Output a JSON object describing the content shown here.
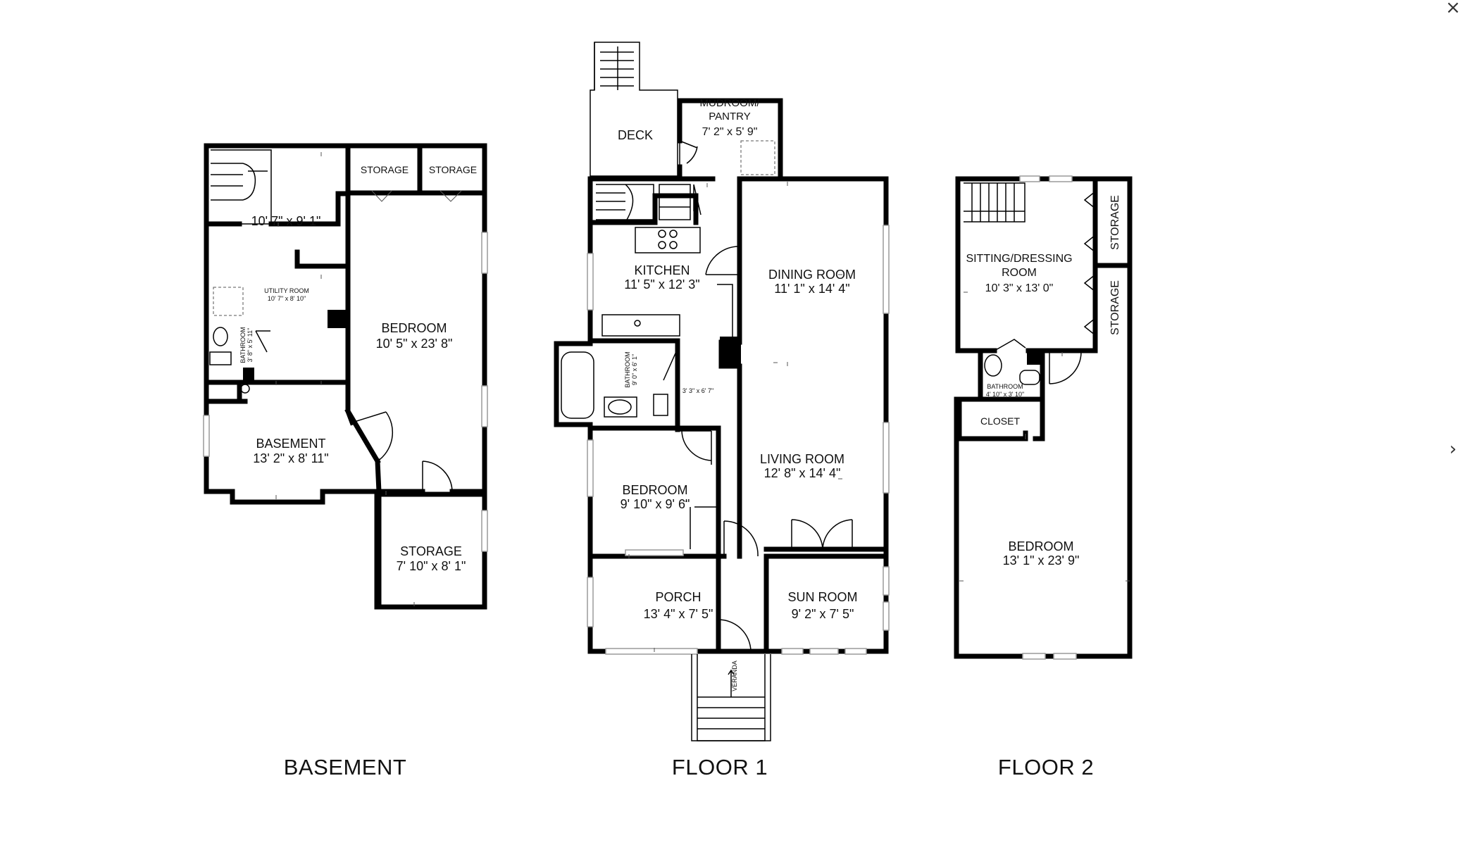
{
  "controls": {
    "close_glyph": "×",
    "next_glyph": "›"
  },
  "floors": {
    "basement": {
      "title": "BASEMENT",
      "rooms": {
        "stair_hall": {
          "name": "",
          "dims": "10' 7\" x 9' 1\""
        },
        "storage_a": {
          "name": "STORAGE",
          "dims": ""
        },
        "storage_b": {
          "name": "STORAGE",
          "dims": ""
        },
        "utility": {
          "name": "UTILITY ROOM",
          "dims": "10' 7\" x 8' 10\""
        },
        "bathroom": {
          "name": "BATHROOM",
          "dims": "3' 8\" x 5' 11\""
        },
        "bedroom": {
          "name": "BEDROOM",
          "dims": "10' 5\" x 23' 8\""
        },
        "basement_room": {
          "name": "BASEMENT",
          "dims": "13' 2\" x 8' 11\""
        },
        "storage_c": {
          "name": "STORAGE",
          "dims": "7' 10\" x 8' 1\""
        }
      }
    },
    "floor1": {
      "title": "FLOOR 1",
      "rooms": {
        "deck": {
          "name": "DECK",
          "dims": ""
        },
        "mudroom_line1": {
          "name": "MUDROOM/",
          "dims": ""
        },
        "mudroom_line2": {
          "name": "PANTRY",
          "dims": "7' 2\" x 5' 9\""
        },
        "kitchen": {
          "name": "KITCHEN",
          "dims": "11' 5\" x 12' 3\""
        },
        "dining": {
          "name": "DINING ROOM",
          "dims": "11' 1\" x 14' 4\""
        },
        "bathroom": {
          "name": "BATHROOM",
          "dims": "9' 0\" x 6' 1\""
        },
        "closet": {
          "name": "",
          "dims": "3' 3\" x 6' 7\""
        },
        "living": {
          "name": "LIVING ROOM",
          "dims": "12' 8\" x 14' 4\""
        },
        "bedroom": {
          "name": "BEDROOM",
          "dims": "9' 10\" x 9' 6\""
        },
        "porch": {
          "name": "PORCH",
          "dims": "13' 4\" x 7' 5\""
        },
        "sunroom": {
          "name": "SUN ROOM",
          "dims": "9' 2\" x 7' 5\""
        },
        "veranda": {
          "name": "VERANDA",
          "dims": ""
        }
      }
    },
    "floor2": {
      "title": "FLOOR 2",
      "rooms": {
        "sitting_line1": {
          "name": "SITTING/DRESSING",
          "dims": ""
        },
        "sitting_line2": {
          "name": "ROOM",
          "dims": "10' 3\" x 13' 0\""
        },
        "storage_a": {
          "name": "STORAGE",
          "dims": ""
        },
        "storage_b": {
          "name": "STORAGE",
          "dims": ""
        },
        "bathroom": {
          "name": "BATHROOM",
          "dims": "4' 10\" x 3' 10\""
        },
        "closet": {
          "name": "CLOSET",
          "dims": ""
        },
        "bedroom": {
          "name": "BEDROOM",
          "dims": "13' 1\" x 23' 9\""
        }
      }
    }
  }
}
